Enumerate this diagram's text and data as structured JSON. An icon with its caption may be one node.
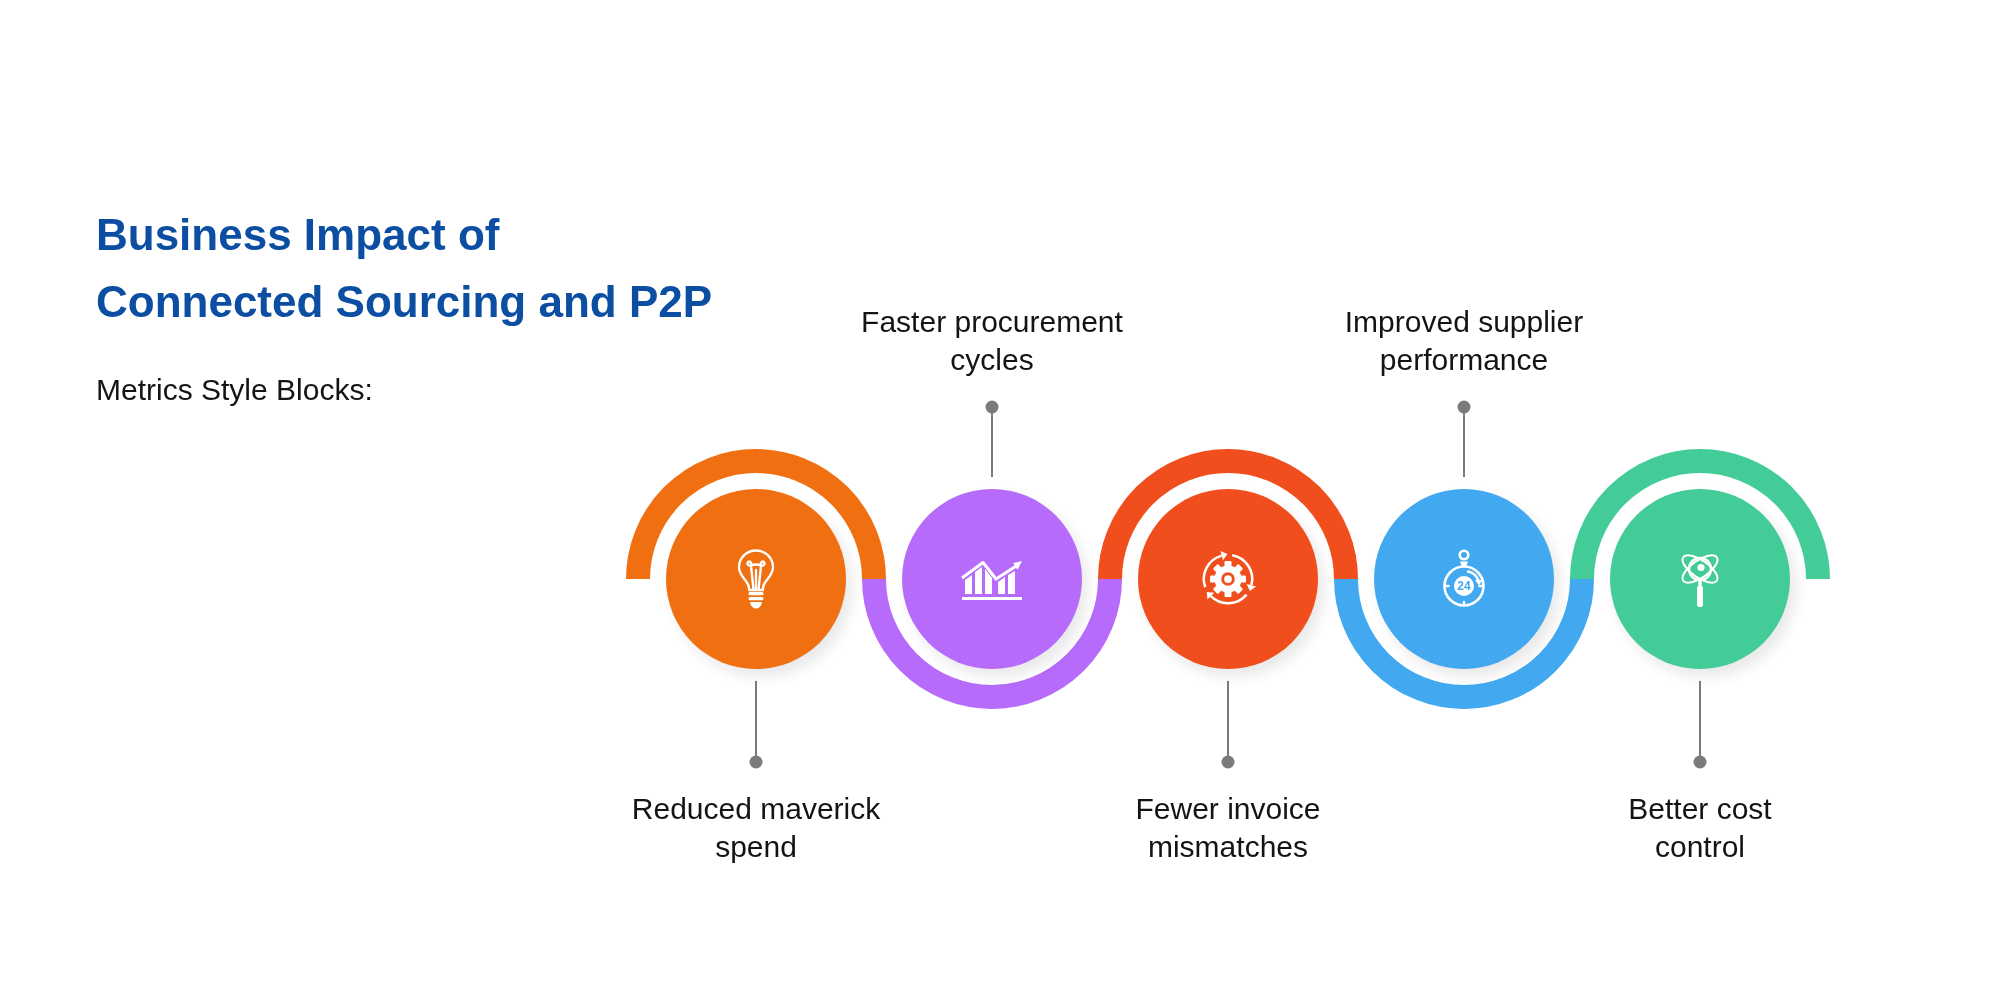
{
  "diagram": {
    "title": "Business Impact of Connected Sourcing and P2P",
    "nodes": [
      {
        "text": [],
        "shape": "circle"
      },
      {
        "text": [],
        "shape": "circle"
      },
      {
        "text": [],
        "shape": "circle"
      },
      {
        "text": [],
        "shape": "circle"
      },
      {
        "text": [],
        "shape": "circle"
      },
      {
        "text": [
          "Reduced maverick spend"
        ]
      },
      {
        "text": [
          "Faster procurement cycles"
        ]
      },
      {
        "text": [
          "Fewer invoice mismatches"
        ]
      },
      {
        "text": [
          "Improved supplier performance"
        ]
      },
      {
        "text": [
          "Better cost control"
        ]
      }
    ],
    "edges": [
      {
        "from": 5,
        "to": 0,
        "arrow": "other"
      },
      {
        "from": 6,
        "to": 1,
        "arrow": "other"
      },
      {
        "from": 7,
        "to": 2,
        "arrow": "other"
      },
      {
        "from": 8,
        "to": 3,
        "arrow": "other"
      },
      {
        "from": 9,
        "to": 4,
        "arrow": "other"
      }
    ],
    "labels": [
      "Metrics Style Blocks:",
      "24"
    ]
  }
}
